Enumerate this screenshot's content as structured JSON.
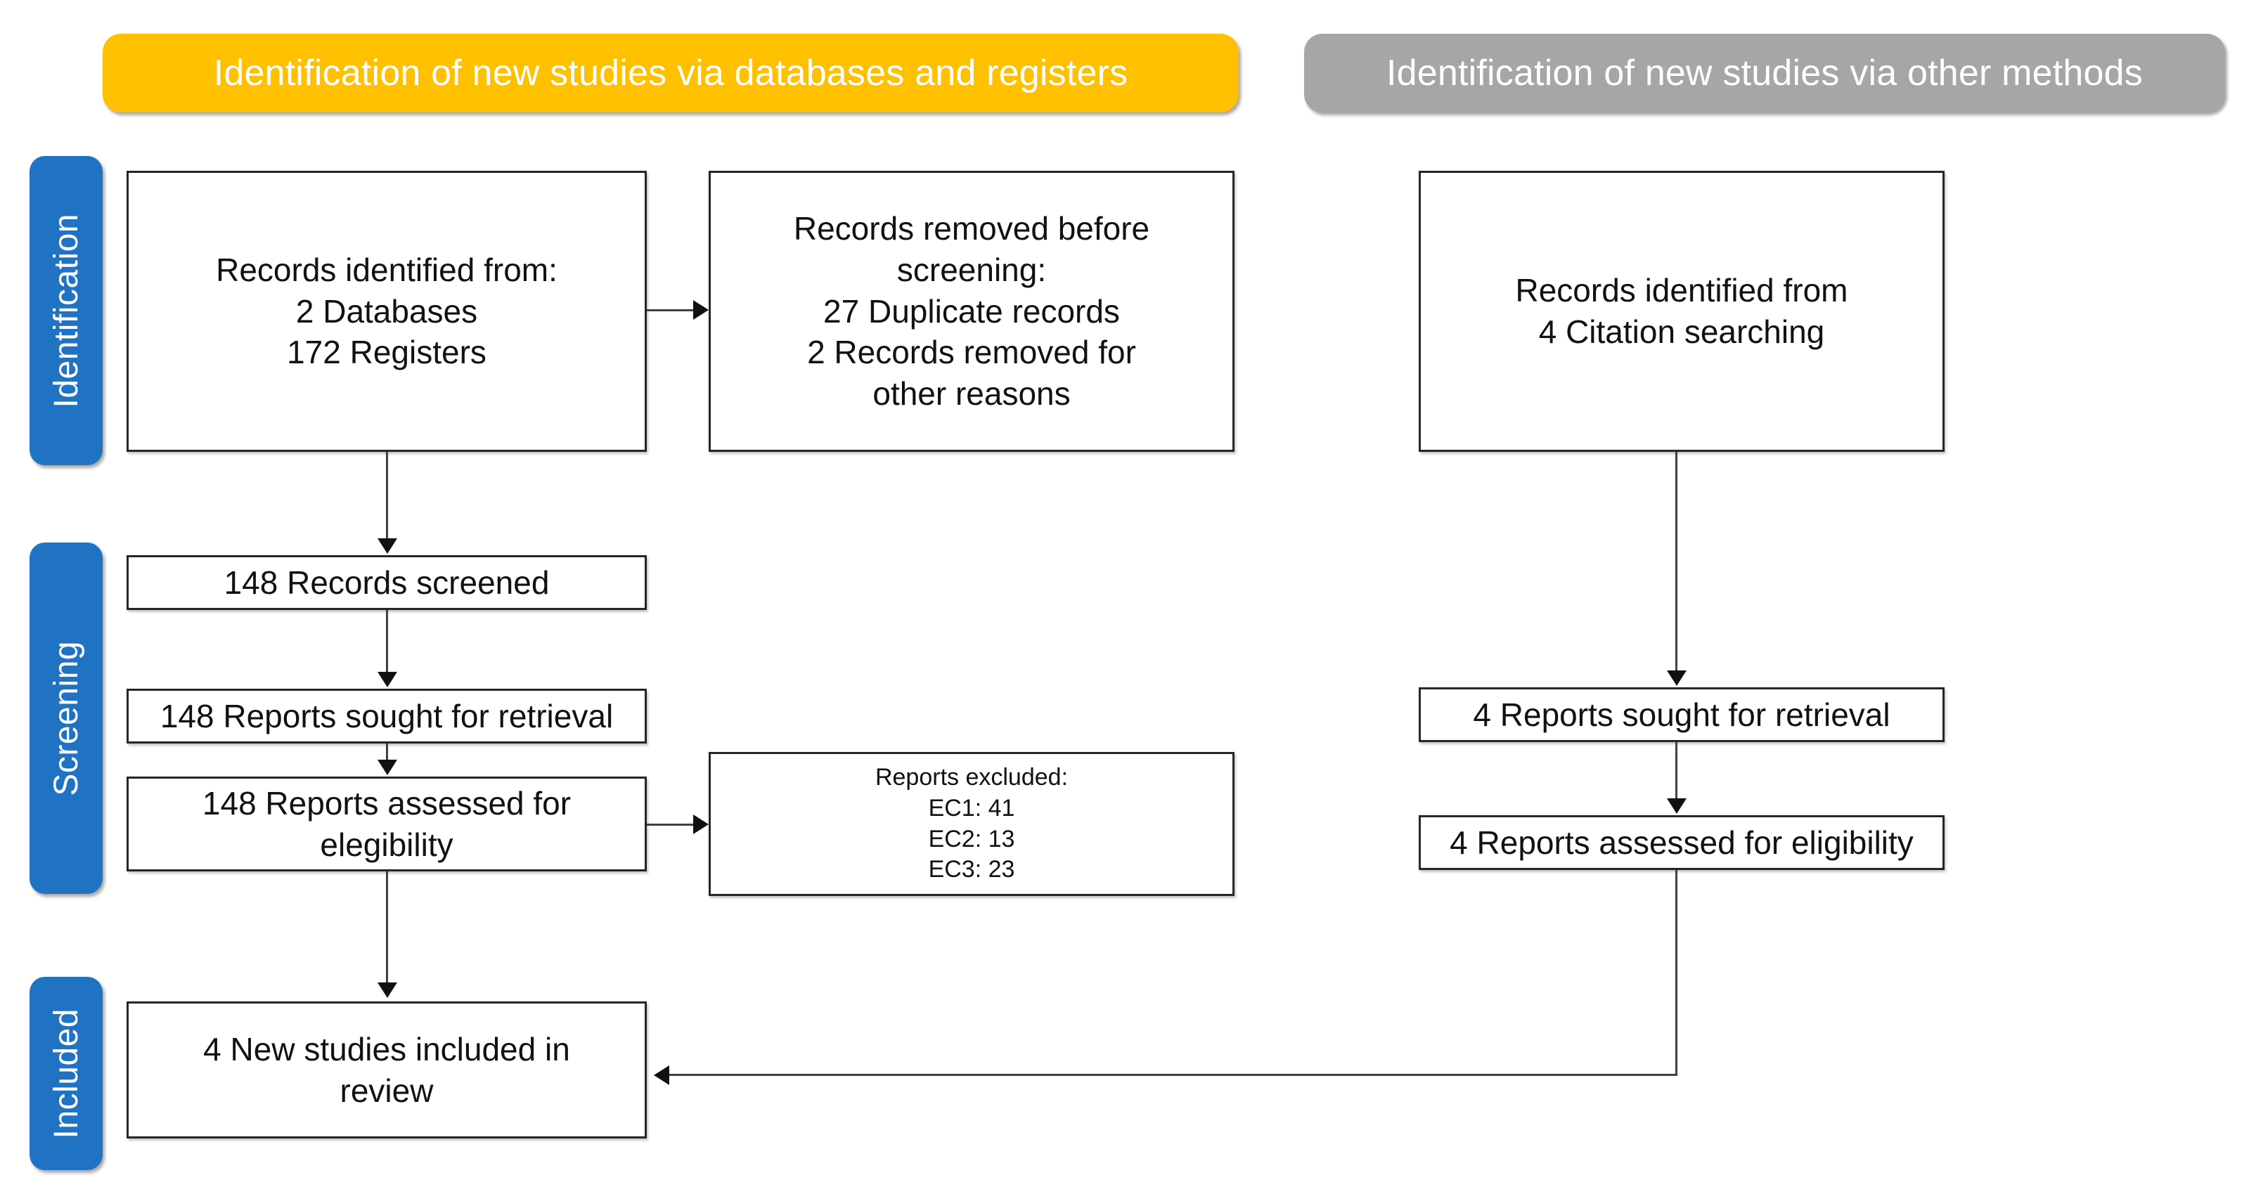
{
  "headers": {
    "databases": "Identification of new studies via databases and registers",
    "other": "Identification of new studies via other methods"
  },
  "stages": {
    "identification": "Identification",
    "screening": "Screening",
    "included": "Included"
  },
  "boxes": {
    "identified": {
      "line1": "Records identified from:",
      "line2": "2 Databases",
      "line3": "172 Registers"
    },
    "removed": {
      "line1": "Records removed before",
      "line2": "screening:",
      "line3": "27 Duplicate records",
      "line4": "2 Records removed for",
      "line5": "other reasons"
    },
    "screened": {
      "line1": "148 Records screened"
    },
    "sought": {
      "line1": "148 Reports sought for retrieval"
    },
    "assessed": {
      "line1": "148 Reports assessed for",
      "line2": "elegibility"
    },
    "excluded": {
      "line1": "Reports excluded:",
      "line2": "EC1: 41",
      "line3": "EC2: 13",
      "line4": "EC3: 23"
    },
    "included": {
      "line1": "4 New studies included in",
      "line2": "review"
    },
    "citation": {
      "line1": "Records identified from",
      "line2": "4 Citation searching"
    },
    "sought_other": {
      "line1": "4 Reports sought for retrieval"
    },
    "assessed_other": {
      "line1": "4 Reports assessed for eligibility"
    }
  },
  "colors": {
    "databases_banner": "#FFC000",
    "other_banner": "#A6A6A6",
    "stage_tab": "#2072C3",
    "box_border": "#262626",
    "connector": "#404040",
    "banner_text": "#FFFFFF",
    "box_text": "#111111"
  }
}
